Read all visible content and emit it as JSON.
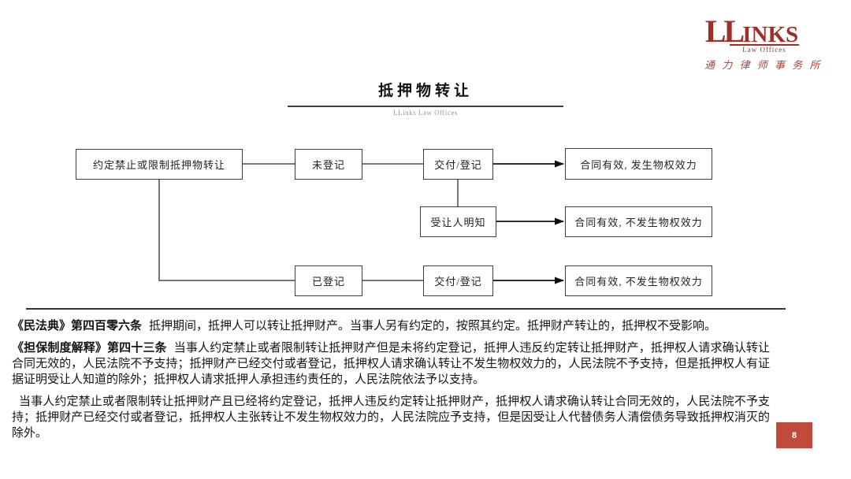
{
  "logo": {
    "main_ll": "LL",
    "main_inks": "INKS",
    "sub": "Law Offices",
    "chinese": "通 力 律 师 事 务 所"
  },
  "title": {
    "text": "抵押物转让",
    "caption": "LLinks Law Offices"
  },
  "flowchart": {
    "nodes": [
      {
        "label": "约定禁止或限制抵押物转让"
      },
      {
        "label": "未登记"
      },
      {
        "label": "交付/登记"
      },
      {
        "label": "合同有效, 发生物权效力"
      },
      {
        "label": "受让人明知"
      },
      {
        "label": "合同有效, 不发生物权效力"
      },
      {
        "label": "已登记"
      },
      {
        "label": "交付/登记"
      },
      {
        "label": "合同有效, 不发生物权效力"
      }
    ]
  },
  "legal": {
    "paragraphs": [
      {
        "lead": "《民法典》第四百零六条",
        "body": "抵押期间，抵押人可以转让抵押财产。当事人另有约定的，按照其约定。抵押财产转让的，抵押权不受影响。"
      },
      {
        "lead": "《担保制度解释》第四十三条",
        "body": "当事人约定禁止或者限制转让抵押财产但是未将约定登记，抵押人违反约定转让抵押财产，抵押权人请求确认转让合同无效的，人民法院不予支持；抵押财产已经交付或者登记，抵押权人请求确认转让不发生物权效力的，人民法院不予支持，但是抵押权人有证据证明受让人知道的除外；抵押权人请求抵押人承担违约责任的，人民法院依法予以支持。"
      },
      {
        "lead": "",
        "body": "当事人约定禁止或者限制转让抵押财产且已经将约定登记，抵押人违反约定转让抵押财产，抵押权人请求确认转让合同无效的，人民法院不予支持；抵押财产已经交付或者登记，抵押权人主张转让不发生物权效力的，人民法院应予支持，但是因受让人代替债务人清偿债务导致抵押权消灭的除外。"
      }
    ]
  },
  "page": {
    "number": "8"
  },
  "colors": {
    "brand_red": "#9e2f27",
    "badge_red": "#c04a3c"
  }
}
